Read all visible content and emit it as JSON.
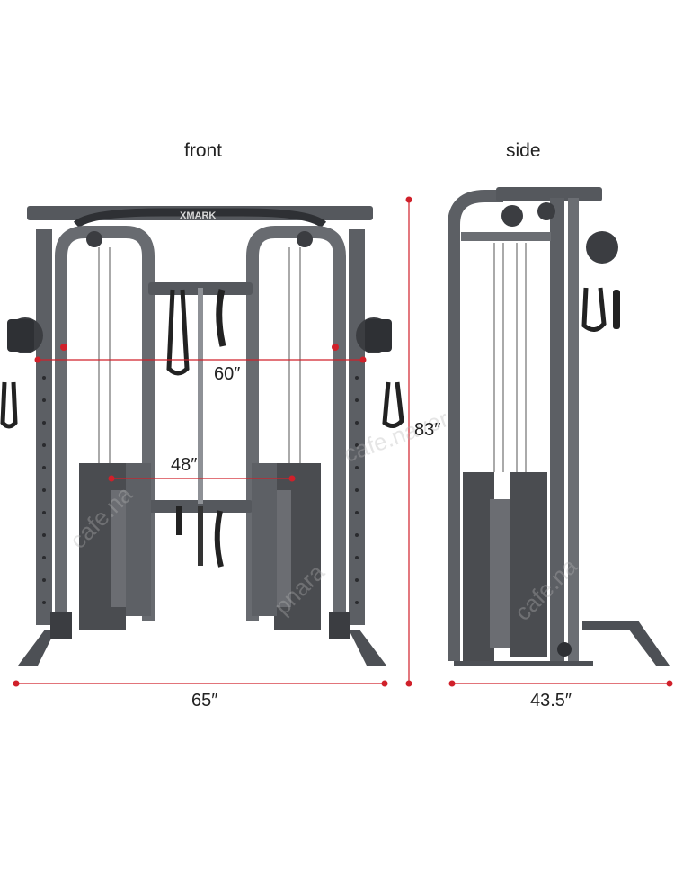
{
  "views": {
    "front_title": "front",
    "side_title": "side"
  },
  "brand": "XMARK",
  "dimensions": {
    "front_upper_width": "60″",
    "front_inner_width": "48″",
    "front_height": "83″",
    "front_width": "65″",
    "side_depth": "43.5″"
  },
  "watermarks": [
    "cafe.na",
    "cafe.naver",
    "cafe.na",
    "pnara"
  ],
  "colors": {
    "frame": "#5a5d62",
    "frame_dark": "#3b3d41",
    "weight_stack": "#4a4c50",
    "dimension_line": "#d0202a",
    "background": "#ffffff"
  }
}
